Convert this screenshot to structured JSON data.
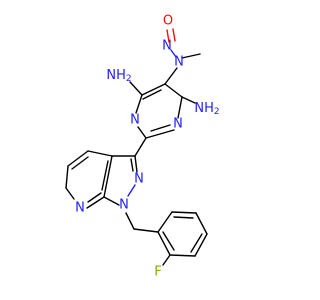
{
  "structure": {
    "colors": {
      "carbon": "#000000",
      "nitrogen": "#1f1fff",
      "oxygen": "#ff0d0d",
      "fluorine": "#7fb000",
      "background": "#ffffff"
    },
    "labels": {
      "nitroso_o": "O",
      "nitroso_n": "N",
      "amine_n": "N",
      "amine_left_n": "NH",
      "amine_left_sub": "2",
      "amine_right_n": "NH",
      "amine_right_sub": "2",
      "pyrimidine_n_left": "N",
      "pyrimidine_n_right": "N",
      "pyrazole_n_upper": "N",
      "pyrazole_n_lower": "N",
      "pyridine_n": "N",
      "fluorine": "F"
    }
  }
}
